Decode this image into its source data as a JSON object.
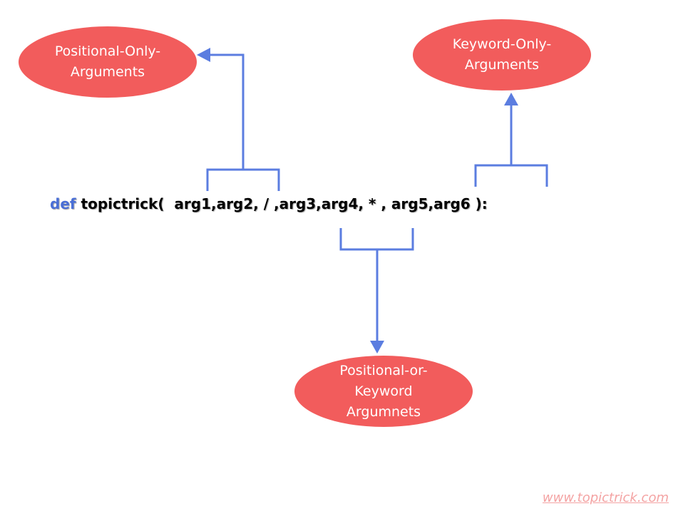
{
  "colors": {
    "ellipse_fill": "#f25c5c",
    "connector": "#5b7de0",
    "keyword": "#4a6fd6",
    "watermark": "#f4a3a3"
  },
  "nodes": {
    "positional_only": {
      "line1": "Positional-Only-",
      "line2": "Arguments"
    },
    "keyword_only": {
      "line1": "Keyword-Only-",
      "line2": "Arguments"
    },
    "positional_or_keyword": {
      "line1": "Positional-or-",
      "line2": "Keyword",
      "line3": "Argumnets"
    }
  },
  "code": {
    "keyword": "def",
    "signature": " topictrick(  arg1,arg2, / ,arg3,arg4, * , arg5,arg6 ):"
  },
  "watermark": "www.topictrick.com"
}
